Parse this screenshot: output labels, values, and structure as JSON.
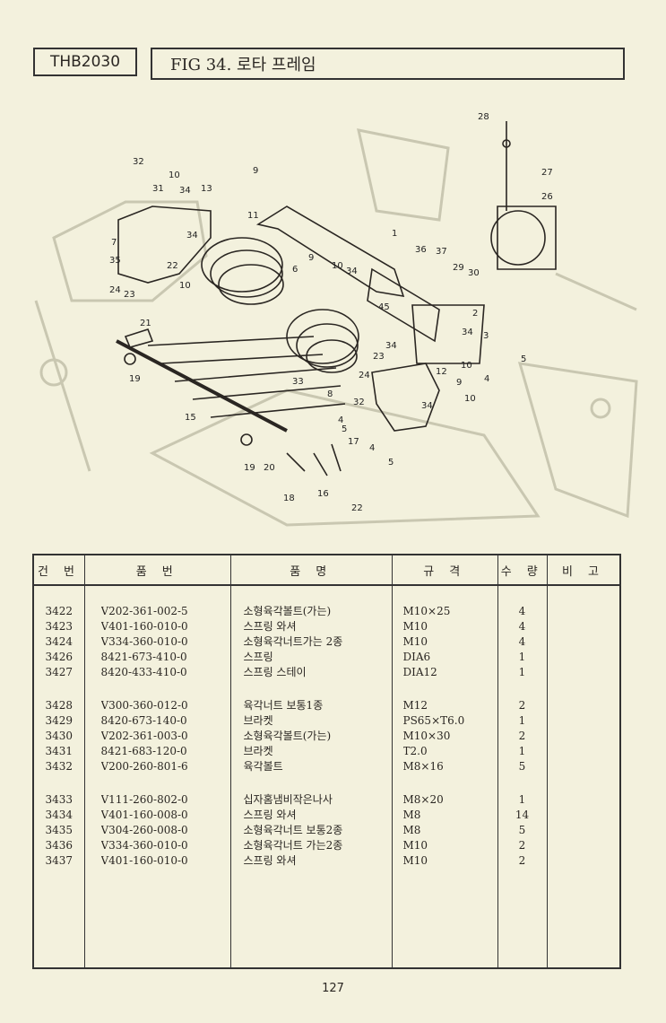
{
  "header": {
    "model": "THB2030",
    "figure_title": "FIG 34. 로타 프레임"
  },
  "diagram": {
    "callouts": [
      "28",
      "27",
      "26",
      "32",
      "10",
      "9",
      "31",
      "34",
      "13",
      "11",
      "1",
      "36",
      "37",
      "29",
      "30",
      "7",
      "34",
      "22",
      "35",
      "9",
      "10",
      "34",
      "6",
      "24",
      "23",
      "10",
      "45",
      "2",
      "21",
      "3",
      "34",
      "5",
      "4",
      "19",
      "10",
      "12",
      "9",
      "33",
      "24",
      "32",
      "8",
      "34",
      "10",
      "15",
      "4",
      "5",
      "17",
      "4",
      "5",
      "19",
      "20",
      "16",
      "18",
      "22",
      "23",
      "34"
    ]
  },
  "table": {
    "headers": {
      "no": "건 번",
      "part": "품 번",
      "name": "품 명",
      "spec": "규 격",
      "qty": "수 량",
      "note": "비 고"
    },
    "groups": [
      {
        "rows": [
          {
            "no": "3422",
            "part": "V202-361-002-5",
            "name": "소형육각볼트(가는)",
            "spec": "M10×25",
            "qty": "4"
          },
          {
            "no": "3423",
            "part": "V401-160-010-0",
            "name": "스프링 와셔",
            "spec": "M10",
            "qty": "4"
          },
          {
            "no": "3424",
            "part": "V334-360-010-0",
            "name": "소형육각너트가는 2종",
            "spec": "M10",
            "qty": "4"
          },
          {
            "no": "3426",
            "part": "8421-673-410-0",
            "name": "스프링",
            "spec": "DIA6",
            "qty": "1"
          },
          {
            "no": "3427",
            "part": "8420-433-410-0",
            "name": "스프링 스테이",
            "spec": "DIA12",
            "qty": "1"
          }
        ]
      },
      {
        "rows": [
          {
            "no": "3428",
            "part": "V300-360-012-0",
            "name": "육각너트 보통1종",
            "spec": "M12",
            "qty": "2"
          },
          {
            "no": "3429",
            "part": "8420-673-140-0",
            "name": "브라켓",
            "spec": "PS65×T6.0",
            "qty": "1"
          },
          {
            "no": "3430",
            "part": "V202-361-003-0",
            "name": "소형육각볼트(가는)",
            "spec": "M10×30",
            "qty": "2"
          },
          {
            "no": "3431",
            "part": "8421-683-120-0",
            "name": "브라켓",
            "spec": "T2.0",
            "qty": "1"
          },
          {
            "no": "3432",
            "part": "V200-260-801-6",
            "name": "육각볼트",
            "spec": "M8×16",
            "qty": "5"
          }
        ]
      },
      {
        "rows": [
          {
            "no": "3433",
            "part": "V111-260-802-0",
            "name": "십자홈냄비작은나사",
            "spec": "M8×20",
            "qty": "1"
          },
          {
            "no": "3434",
            "part": "V401-160-008-0",
            "name": "스프링 와셔",
            "spec": "M8",
            "qty": "14"
          },
          {
            "no": "3435",
            "part": "V304-260-008-0",
            "name": "소형육각너트 보통2종",
            "spec": "M8",
            "qty": "5"
          },
          {
            "no": "3436",
            "part": "V334-360-010-0",
            "name": "소형육각너트 가는2종",
            "spec": "M10",
            "qty": "2"
          },
          {
            "no": "3437",
            "part": "V401-160-010-0",
            "name": "스프링 와셔",
            "spec": "M10",
            "qty": "2"
          }
        ]
      }
    ]
  },
  "footer": {
    "page_number": "127"
  }
}
